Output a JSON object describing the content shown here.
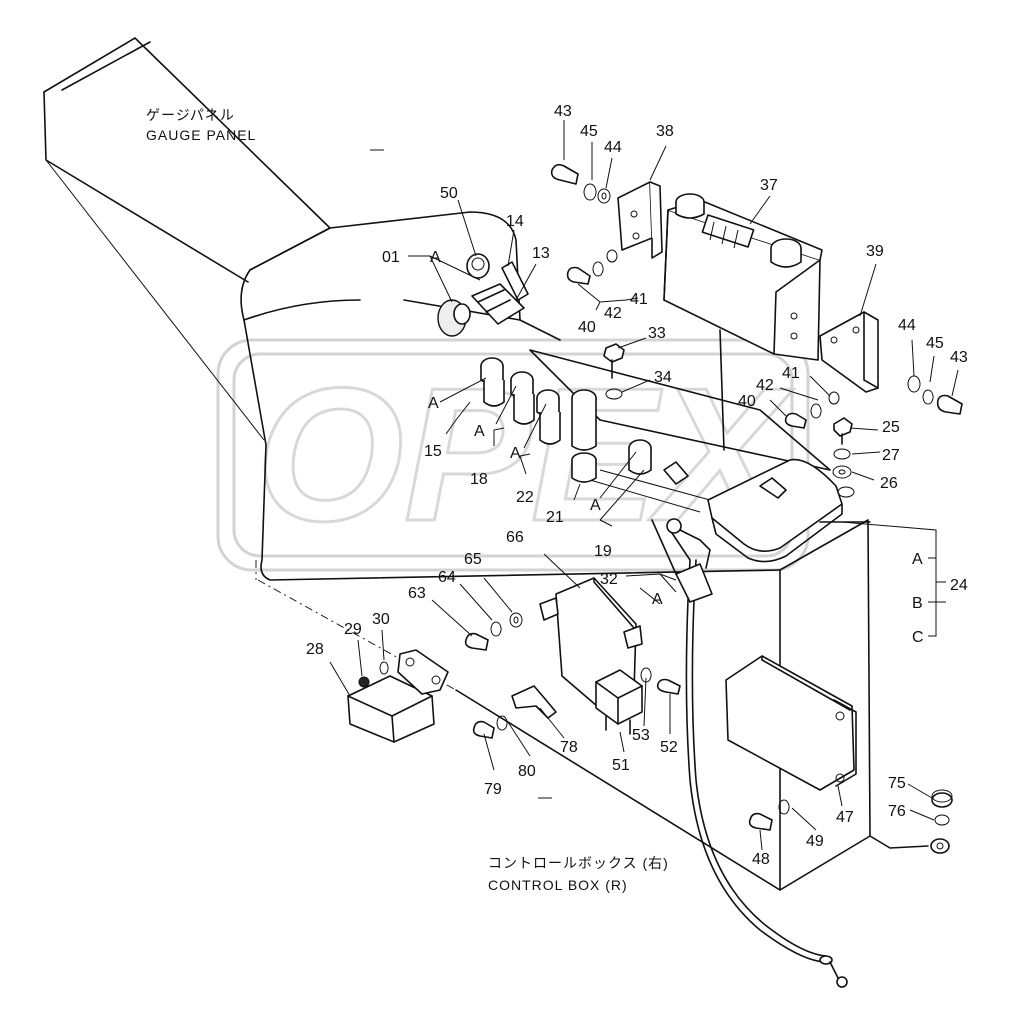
{
  "captions": {
    "gauge_panel_jp": "ゲージパネル",
    "gauge_panel_en": "GAUGE PANEL",
    "control_box_jp": "コントロールボックス (右)",
    "control_box_en": "CONTROL BOX (R)"
  },
  "watermark": "OPEX",
  "variant_letters": {
    "a": "A",
    "b": "B",
    "c": "C"
  },
  "part_labels": {
    "p01": "01",
    "p13": "13",
    "p14": "14",
    "p15": "15",
    "p18": "18",
    "p19": "19",
    "p21": "21",
    "p22": "22",
    "p24": "24",
    "p25": "25",
    "p26": "26",
    "p27": "27",
    "p28": "28",
    "p29": "29",
    "p30": "30",
    "p32": "32",
    "p33": "33",
    "p34": "34",
    "p37": "37",
    "p38": "38",
    "p39": "39",
    "p40a": "40",
    "p40b": "40",
    "p41a": "41",
    "p41b": "41",
    "p42a": "42",
    "p42b": "42",
    "p43a": "43",
    "p43b": "43",
    "p44a": "44",
    "p44b": "44",
    "p45a": "45",
    "p45b": "45",
    "p47": "47",
    "p48": "48",
    "p49": "49",
    "p50": "50",
    "p51": "51",
    "p52": "52",
    "p53": "53",
    "p63": "63",
    "p64": "64",
    "p65": "65",
    "p66": "66",
    "p75": "75",
    "p76": "76",
    "p78": "78",
    "p79": "79",
    "p80": "80"
  }
}
